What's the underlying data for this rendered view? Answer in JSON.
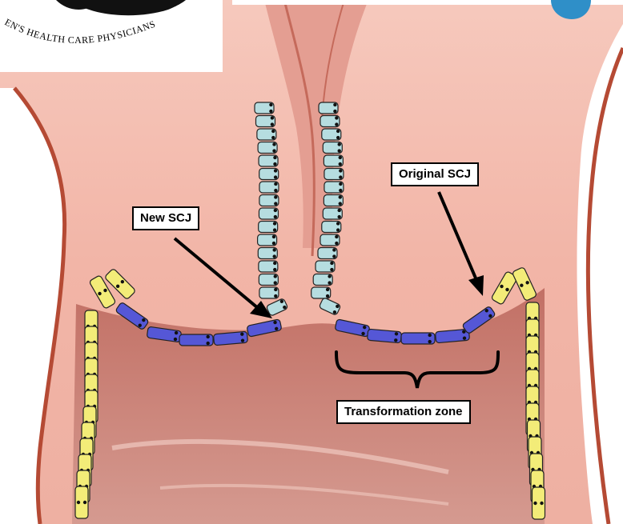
{
  "logo": {
    "text": "EN'S HEALTH CARE PHYSICIANS"
  },
  "labels": {
    "new_scj": "New SCJ",
    "original_scj": "Original SCJ",
    "transformation_zone": "Transformation zone"
  },
  "colors": {
    "tissue": "#f2b9ab",
    "canal": "#c7756a",
    "outline": "#b54a34",
    "columnar_cell": "#b6dde0",
    "metaplastic_cell": "#5557d6",
    "squamous_cell": "#f3ec78",
    "accent_blue": "#2f8fc8"
  }
}
